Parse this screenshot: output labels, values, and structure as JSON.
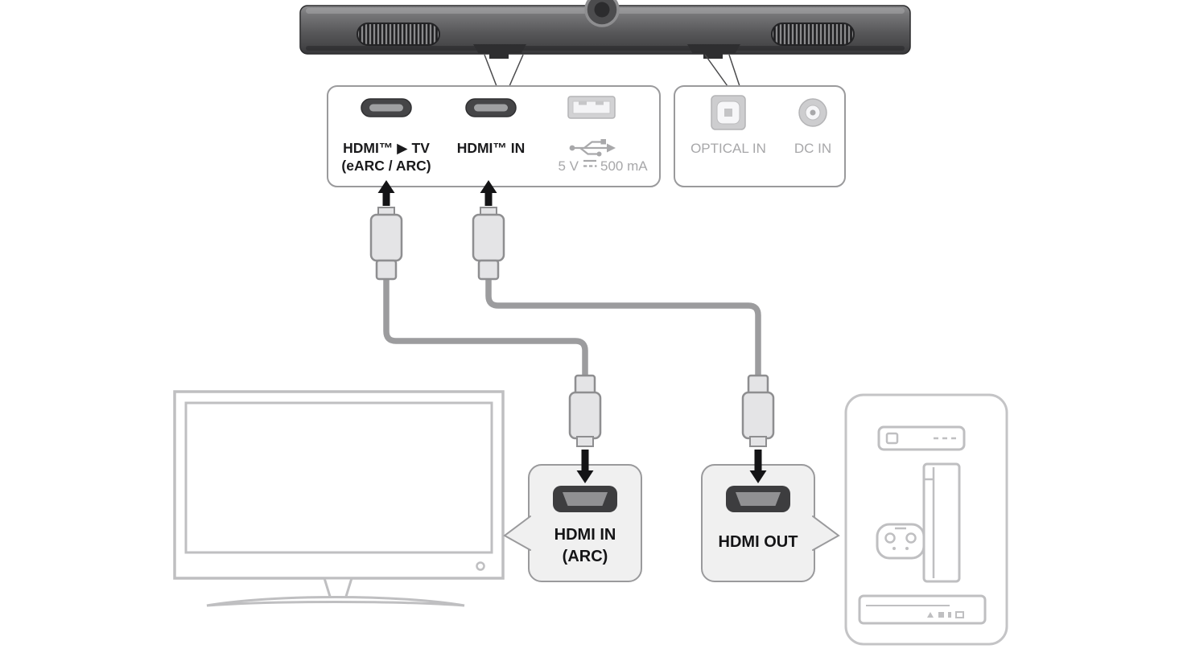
{
  "colors": {
    "soundbar_dark": "#4a4a4c",
    "panel_border": "#9a9a9c",
    "dimmed_text": "#a7a7a9",
    "cable_gray": "#9c9c9e",
    "device_outline": "#bfbfc1",
    "callout_fill": "#f0f0f0",
    "port_dark": "#3d3d3f",
    "arrow_black": "#141416"
  },
  "icons": {
    "usb": "usb-trident-icon",
    "dc": "direct-current-icon",
    "optical": "optical-port-icon",
    "dc_jack": "dc-jack-icon",
    "hdmi": "hdmi-port-icon",
    "arrow_up": "up-arrow-icon",
    "arrow_down": "down-arrow-icon"
  },
  "rear_ports_callout": {
    "hdmi_tv_label": "HDMI™ ▶ TV",
    "hdmi_tv_sublabel": "(eARC / ARC)",
    "hdmi_in_label": "HDMI™ IN",
    "usb_rating_prefix": "5 V",
    "usb_rating_suffix": "500 mA"
  },
  "power_ports_callout": {
    "optical_label": "OPTICAL IN",
    "dc_label": "DC IN"
  },
  "tv_port_callout": {
    "label_line1": "HDMI IN",
    "label_line2": "(ARC)"
  },
  "device_port_callout": {
    "label": "HDMI OUT"
  }
}
